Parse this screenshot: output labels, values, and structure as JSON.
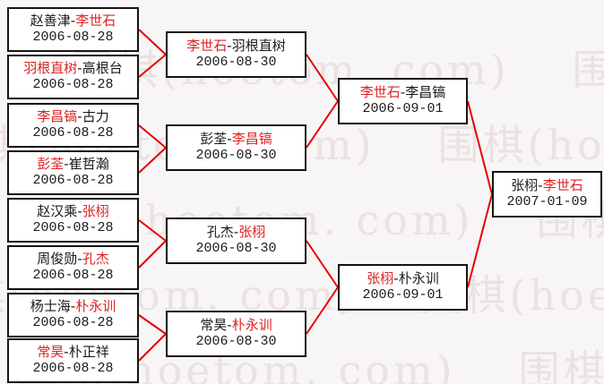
{
  "separator": "-",
  "watermark": {
    "text": "围棋(hoetom. com)"
  },
  "colors": {
    "line": "#e60000",
    "winner_text": "#dd2222",
    "box_border": "#141414",
    "box_bg": "#ffffff",
    "page_bg": "#f7f5f5",
    "watermark": "#ece1e1"
  },
  "bracket": {
    "r1": [
      {
        "p1": "赵善津",
        "p2": "李世石",
        "date": "2006-08-28",
        "winner": "p2"
      },
      {
        "p1": "羽根直树",
        "p2": "高根台",
        "date": "2006-08-28",
        "winner": "p1"
      },
      {
        "p1": "李昌镐",
        "p2": "古力",
        "date": "2006-08-28",
        "winner": "p1"
      },
      {
        "p1": "彭荃",
        "p2": "崔哲瀚",
        "date": "2006-08-28",
        "winner": "p1"
      },
      {
        "p1": "赵汉乘",
        "p2": "张栩",
        "date": "2006-08-28",
        "winner": "p2"
      },
      {
        "p1": "周俊勋",
        "p2": "孔杰",
        "date": "2006-08-28",
        "winner": "p2"
      },
      {
        "p1": "杨士海",
        "p2": "朴永训",
        "date": "2006-08-28",
        "winner": "p2"
      },
      {
        "p1": "常昊",
        "p2": "朴正祥",
        "date": "2006-08-28",
        "winner": "p1"
      }
    ],
    "r2": [
      {
        "p1": "李世石",
        "p2": "羽根直树",
        "date": "2006-08-30",
        "winner": "p1"
      },
      {
        "p1": "彭荃",
        "p2": "李昌镐",
        "date": "2006-08-30",
        "winner": "p2"
      },
      {
        "p1": "孔杰",
        "p2": "张栩",
        "date": "2006-08-30",
        "winner": "p2"
      },
      {
        "p1": "常昊",
        "p2": "朴永训",
        "date": "2006-08-30",
        "winner": "p2"
      }
    ],
    "sf": [
      {
        "p1": "李世石",
        "p2": "李昌镐",
        "date": "2006-09-01",
        "winner": "p1"
      },
      {
        "p1": "张栩",
        "p2": "朴永训",
        "date": "2006-09-01",
        "winner": "p1"
      }
    ],
    "f": [
      {
        "p1": "张栩",
        "p2": "李世石",
        "date": "2007-01-09",
        "winner": "p2"
      }
    ]
  }
}
